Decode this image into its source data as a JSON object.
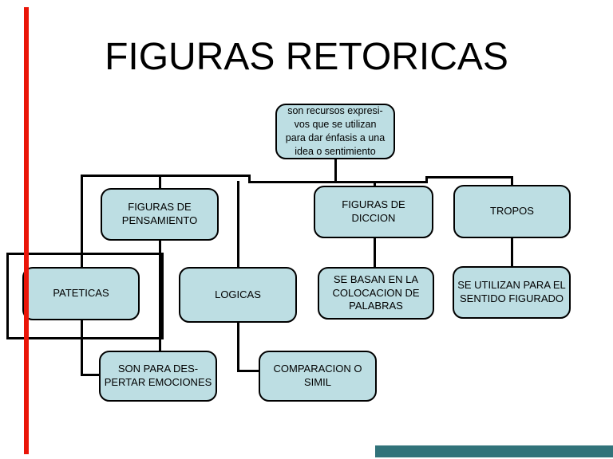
{
  "slide": {
    "title": "FIGURAS RETORICAS",
    "colors": {
      "box_fill": "#bddee3",
      "box_border": "#000000",
      "connector": "#000000",
      "left_accent_bar": "#ea1508",
      "bottom_accent_bar": "#31737a",
      "background": "#ffffff"
    }
  },
  "diagram": {
    "note": "son recursos expresi-\nvos que se utilizan\npara dar énfasis a una\nidea o sentimiento",
    "nodes": {
      "pensamiento": "FIGURAS DE\nPENSAMIENTO",
      "diccion": "FIGURAS DE\nDICCION",
      "tropos": "TROPOS",
      "pateticas": "PATETICAS",
      "logicas": "LOGICAS",
      "sebasan": "SE BASAN EN LA\nCOLOCACION DE\nPALABRAS",
      "seutilizan": "SE UTILIZAN PARA EL\nSENTIDO FIGURADO",
      "sonpara": "SON PARA DES-\nPERTAR EMOCIONES",
      "comparacion": "COMPARACION O\nSIMIL"
    }
  }
}
